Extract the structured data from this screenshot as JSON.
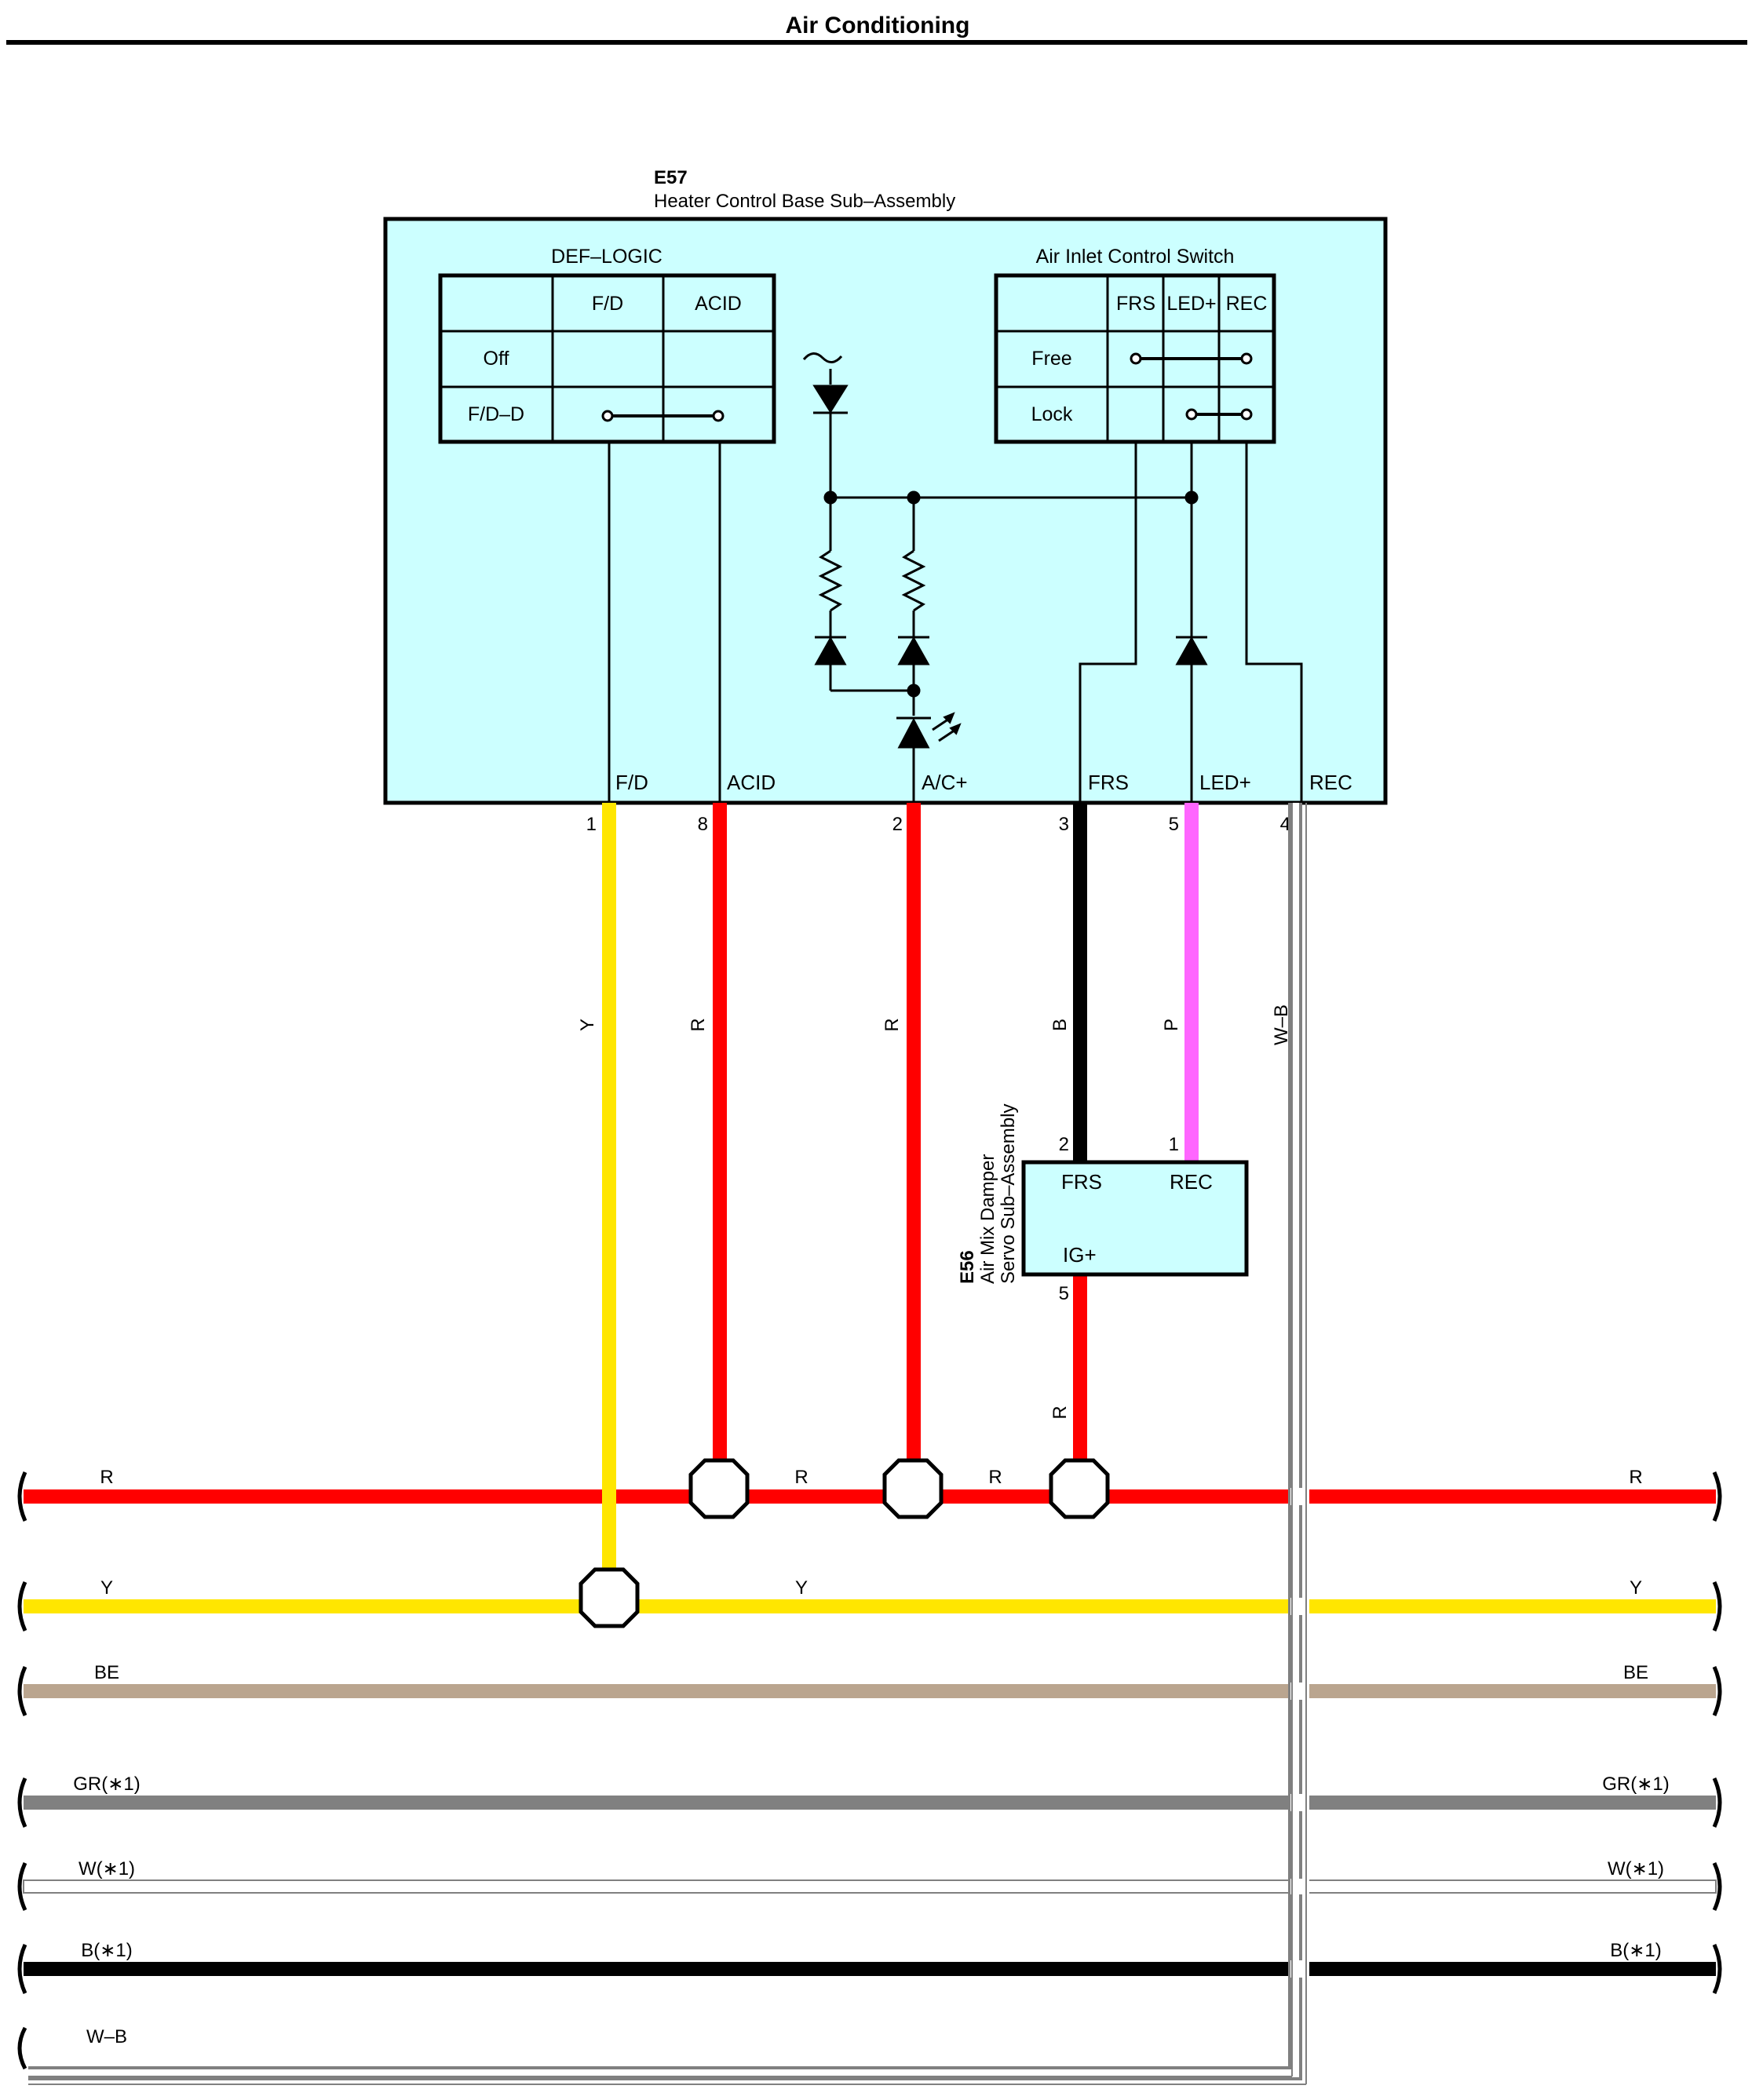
{
  "title": "Air Conditioning",
  "e57": {
    "id": "E57",
    "name": "Heater Control Base Sub–Assembly",
    "def_logic": {
      "title": "DEF–LOGIC",
      "cols": [
        "F/D",
        "ACID"
      ],
      "rows": [
        "Off",
        "F/D–D"
      ]
    },
    "air_inlet": {
      "title": "Air Inlet Control Switch",
      "cols": [
        "FRS",
        "LED+",
        "REC"
      ],
      "rows": [
        "Free",
        "Lock"
      ]
    },
    "terminals": [
      "F/D",
      "ACID",
      "A/C+",
      "FRS",
      "LED+",
      "REC"
    ],
    "pins": [
      "1",
      "8",
      "2",
      "3",
      "5",
      "4"
    ]
  },
  "e56": {
    "id": "E56",
    "name_line1": "Air Mix Damper",
    "name_line2": "Servo Sub–Assembly",
    "terminals": [
      "FRS",
      "REC",
      "IG+"
    ],
    "pins": [
      "2",
      "1",
      "5"
    ]
  },
  "wires": {
    "fd": "Y",
    "acid": "R",
    "acplus": "R",
    "frs": "B",
    "led": "P",
    "rec": "W–B",
    "igplus": "R"
  },
  "buses": [
    {
      "left": "R",
      "mid1": "R",
      "mid2": "R",
      "right": "R"
    },
    {
      "left": "Y",
      "mid1": "Y",
      "right": "Y"
    },
    {
      "left": "BE",
      "right": "BE"
    },
    {
      "left": "GR(∗1)",
      "right": "GR(∗1)"
    },
    {
      "left": "W(∗1)",
      "right": "W(∗1)"
    },
    {
      "left": "B(∗1)",
      "right": "B(∗1)"
    },
    {
      "left": "W–B"
    }
  ],
  "colors": {
    "red": "#ff0000",
    "yellow": "#ffe600",
    "beige": "#baa58f",
    "gray": "#808080",
    "black": "#000000",
    "pink": "#ff66ff",
    "component_fill": "#ccffff"
  }
}
